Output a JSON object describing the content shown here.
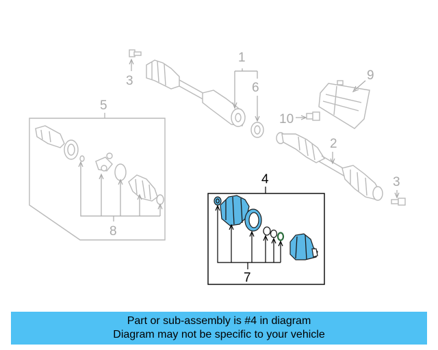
{
  "diagram": {
    "callouts": {
      "c1": "1",
      "c2": "2",
      "c3a": "3",
      "c3b": "3",
      "c4": "4",
      "c5": "5",
      "c6": "6",
      "c7": "7",
      "c8": "8",
      "c9": "9",
      "c10": "10"
    },
    "highlighted_part": "4",
    "highlight_color": "#5bb8e6"
  },
  "banner": {
    "line1": "Part or sub-assembly is #4 in diagram",
    "line2": "Diagram may not be specific to your vehicle",
    "background": "#4fc1f4"
  }
}
